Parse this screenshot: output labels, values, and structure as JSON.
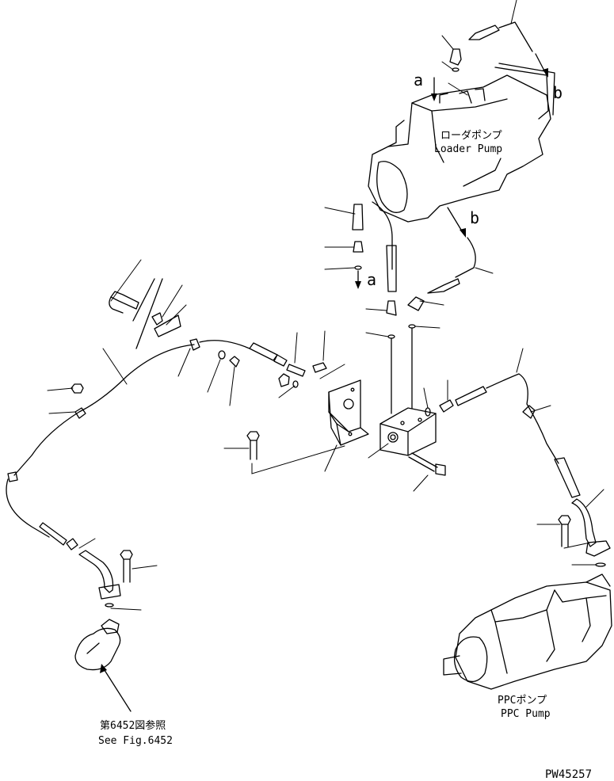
{
  "labels": {
    "loader_pump_jp": "ローダポンプ",
    "loader_pump_en": "Loader Pump",
    "ppc_pump_jp": "PPCポンプ",
    "ppc_pump_en": "PPC Pump",
    "see_fig_jp": "第6452図参照",
    "see_fig_en": "See Fig.6452",
    "marker_a1": "a",
    "marker_a2": "a",
    "marker_b1": "b",
    "marker_b2": "b",
    "drawing_number": "PW45257"
  }
}
